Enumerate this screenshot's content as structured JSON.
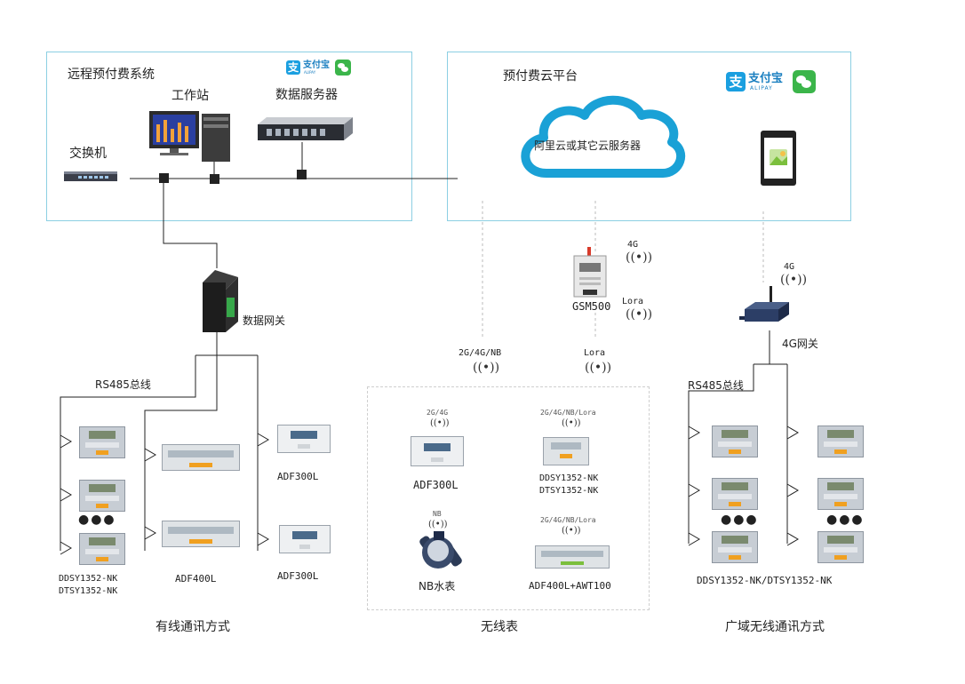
{
  "remote_system": {
    "title": "远程预付费系统",
    "workstation_label": "工作站",
    "data_server_label": "数据服务器",
    "switch_label": "交换机",
    "alipay_text": "支付宝",
    "alipay_subtext": "ALIPAY"
  },
  "cloud_platform": {
    "title": "预付费云平台",
    "cloud_label": "阿里云或其它云服务器",
    "alipay_text": "支付宝",
    "alipay_subtext": "ALIPAY"
  },
  "gateway": {
    "label": "数据网关"
  },
  "wired": {
    "bus_label": "RS485总线",
    "meter_model_1": "DDSY1352-NK",
    "meter_model_2": "DTSY1352-NK",
    "adf400l_label": "ADF400L",
    "adf300l_top_label": "ADF300L",
    "adf300l_bottom_label": "ADF300L",
    "section_title": "有线通讯方式",
    "dots": "●●●"
  },
  "wireless": {
    "gsm_label": "GSM500",
    "gsm_4g": "4G",
    "gsm_lora": "Lora",
    "link_left": "2G/4G/NB",
    "link_right": "Lora",
    "adf300l_tag": "2G/4G",
    "adf300l_label": "ADF300L",
    "ddsy_tag": "2G/4G/NB/Lora",
    "ddsy_label_1": "DDSY1352-NK",
    "ddsy_label_2": "DTSY1352-NK",
    "nb_tag": "NB",
    "nb_label": "NB水表",
    "adf400l_tag": "2G/4G/NB/Lora",
    "adf400l_label": "ADF400L+AWT100",
    "section_title": "无线表"
  },
  "wan": {
    "phone_4g": "4G",
    "gateway_label": "4G网关",
    "bus_label": "RS485总线",
    "meter_label": "DDSY1352-NK/DTSY1352-NK",
    "section_title": "广域无线通讯方式",
    "dots": "●●●"
  }
}
